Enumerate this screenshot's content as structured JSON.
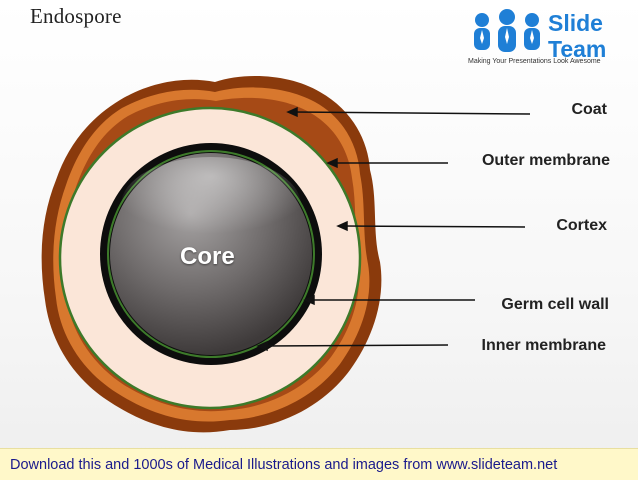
{
  "title": "Endospore",
  "logo": {
    "brand_line1": "Slide",
    "brand_line2": "Team",
    "tagline": "Making Your Presentations Look Awesome",
    "icon": "people-group-icon"
  },
  "diagram": {
    "core_label": "Core",
    "labels": {
      "coat": "Coat",
      "outer_membrane": "Outer membrane",
      "cortex": "Cortex",
      "germ_cell_wall": "Germ cell wall",
      "inner_membrane": "Inner membrane"
    },
    "colors": {
      "coat_dark": "#8a3a0c",
      "coat_light": "#d8782e",
      "cortex": "#fbe6d8",
      "membrane": "#3d7a2a",
      "germ_wall": "#0d0d0d",
      "core": "#6e6a6a"
    }
  },
  "footer": {
    "text": "Download this and 1000s of Medical Illustrations and images from www.slideteam.net",
    "background": "#fff8c9"
  }
}
